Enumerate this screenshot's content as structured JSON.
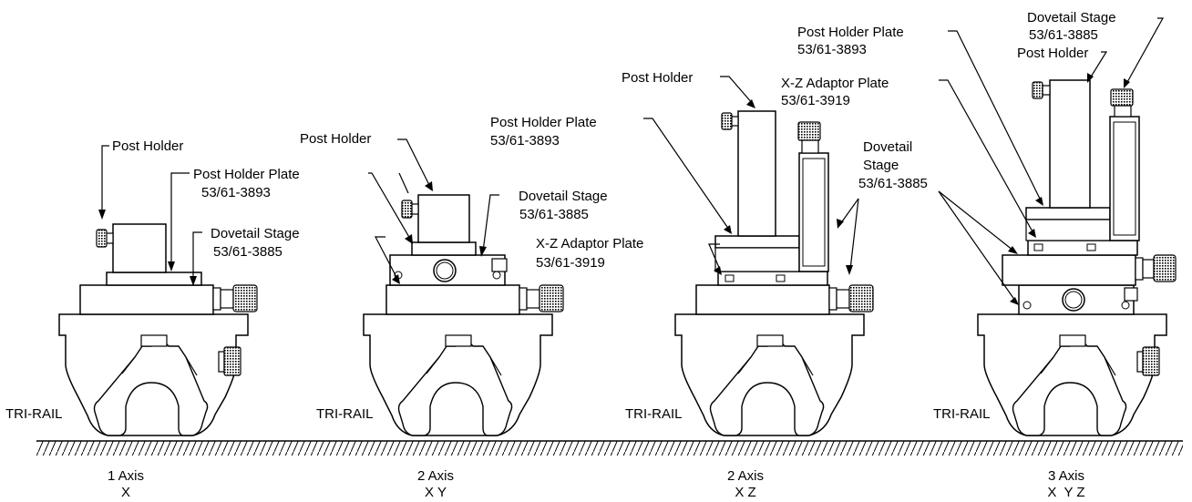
{
  "configs": [
    {
      "caption": {
        "line1": "1 Axis",
        "line2": "X"
      },
      "base_label": "TRI-RAIL",
      "labels": [
        {
          "line1": "Post Holder",
          "line2": ""
        },
        {
          "line1": "Post Holder Plate",
          "line2": "53/61-3893"
        },
        {
          "line1": "Dovetail Stage",
          "line2": "53/61-3885"
        }
      ]
    },
    {
      "caption": {
        "line1": "2 Axis",
        "line2": "X Y"
      },
      "base_label": "TRI-RAIL",
      "labels": [
        {
          "line1": "Post Holder",
          "line2": ""
        },
        {
          "line1": "Dovetail Stage",
          "line2": "53/61-3885"
        }
      ]
    },
    {
      "caption": {
        "line1": "2 Axis",
        "line2": "X Z"
      },
      "base_label": "TRI-RAIL",
      "labels": [
        {
          "line1": "Post Holder",
          "line2": ""
        },
        {
          "line1": "Post Holder Plate",
          "line2": "53/61-3893"
        },
        {
          "line1": "Dovetail",
          "line2": "Stage",
          "line3": "53/61-3885"
        },
        {
          "line1": "X-Z Adaptor Plate",
          "line2": "53/61-3919"
        }
      ]
    },
    {
      "caption": {
        "line1": "3 Axis",
        "line2": "X  Y Z"
      },
      "base_label": "TRI-RAIL",
      "labels": [
        {
          "line1": "Post Holder Plate",
          "line2": "53/61-3893"
        },
        {
          "line1": "Dovetail Stage",
          "line2": "53/61-3885"
        },
        {
          "line1": "Post Holder",
          "line2": ""
        },
        {
          "line1": "X-Z Adaptor Plate",
          "line2": "53/61-3919"
        }
      ]
    }
  ]
}
